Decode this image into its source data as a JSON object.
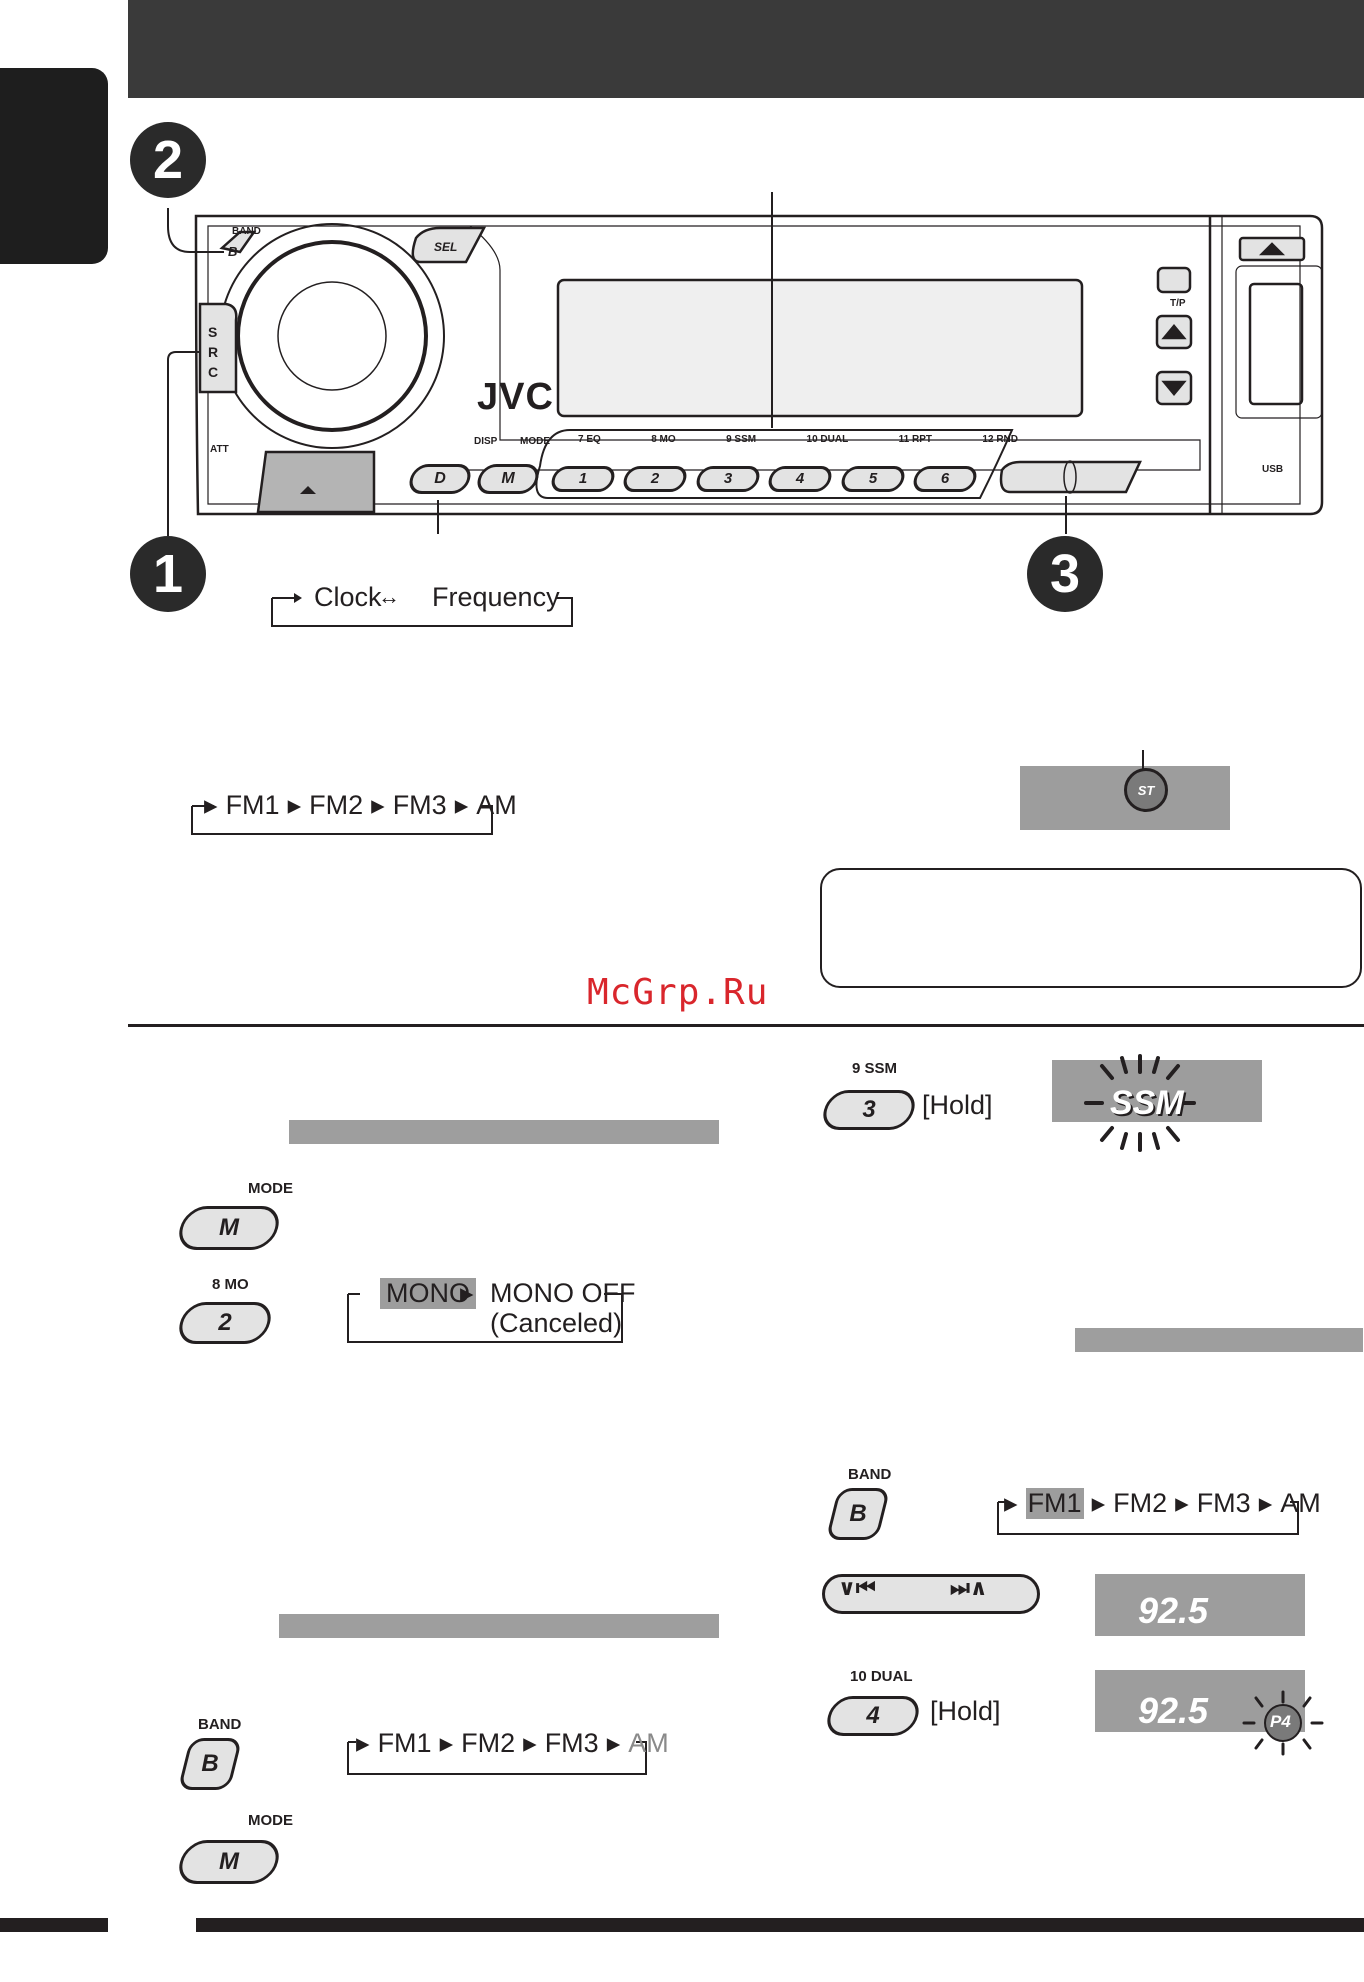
{
  "faceplate": {
    "brand": "JVC",
    "band_label": "BAND",
    "band_key": "B",
    "sel_key": "SEL",
    "src_key": "S R C",
    "att_label": "ATT",
    "disp_label": "DISP",
    "disp_key": "D",
    "mode_label": "MODE",
    "mode_key": "M",
    "tp_label": "T/P",
    "usb_label": "USB",
    "preset_labels": [
      "7  EQ",
      "8  MO",
      "9  SSM",
      "10  DUAL",
      "11  RPT",
      "12  RND"
    ],
    "preset_keys": [
      "1",
      "2",
      "3",
      "4",
      "5",
      "6"
    ]
  },
  "steps": {
    "one": "1",
    "two": "2",
    "three": "3"
  },
  "disp_cycle": {
    "item1": "Clock",
    "item2": "Frequency"
  },
  "band_cycle_top": {
    "fm1": "FM1",
    "fm2": "FM2",
    "fm3": "FM3",
    "am": "AM"
  },
  "st_indicator": "ST",
  "watermark": "McGrp.Ru",
  "left_section": {
    "mode_label": "MODE",
    "mode_key": "M",
    "mo_label": "8  MO",
    "mo_key": "2",
    "mono": "MONO",
    "mono_off": "MONO OFF",
    "canceled": "(Canceled)",
    "band_label": "BAND",
    "band_key": "B",
    "band_cycle": {
      "fm1": "FM1",
      "fm2": "FM2",
      "fm3": "FM3",
      "am": "AM"
    },
    "mode_label_2": "MODE",
    "mode_key_2": "M"
  },
  "right_section": {
    "ssm_label": "9  SSM",
    "ssm_key": "3",
    "hold": "[Hold]",
    "ssm_display": "SSM",
    "band_label": "BAND",
    "band_key": "B",
    "band_cycle": {
      "fm1": "FM1",
      "fm2": "FM2",
      "fm3": "FM3",
      "am": "AM"
    },
    "freq_display": "92.5",
    "dual_label": "10  DUAL",
    "dual_key": "4",
    "hold_2": "[Hold]",
    "freq_display_2": "92.5",
    "preset_indicator": "P4"
  },
  "colors": {
    "dark": "#231f20",
    "grey": "#9d9d9d",
    "watermark": "#d9262c"
  }
}
